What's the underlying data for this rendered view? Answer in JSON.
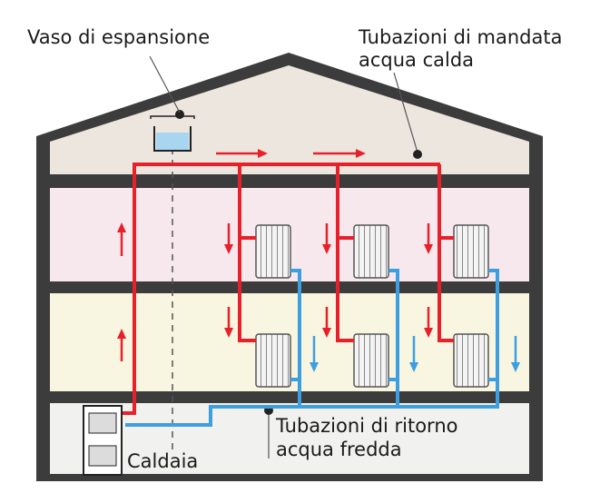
{
  "labels": {
    "expansion_tank": "Vaso di espansione",
    "supply_pipes_line1": "Tubazioni di mandata",
    "supply_pipes_line2": "acqua calda",
    "return_pipes_line1": "Tubazioni di ritorno",
    "return_pipes_line2": "acqua fredda",
    "boiler": "Caldaia"
  },
  "colors": {
    "supply": "#e8202a",
    "return": "#3d9ee0",
    "wall": "#3c3c3c",
    "attic": "#ece6de",
    "floor_upper": "#f7e8ee",
    "floor_middle": "#f8f6e0",
    "ground": "#f1f1ef",
    "radiator": "#f4f4f4",
    "water": "#a8d6f0"
  },
  "icons": {
    "expansion_tank": "expansion-tank-icon",
    "boiler": "boiler-icon",
    "radiator": "radiator-icon",
    "flow_arrow": "flow-arrow-icon"
  }
}
